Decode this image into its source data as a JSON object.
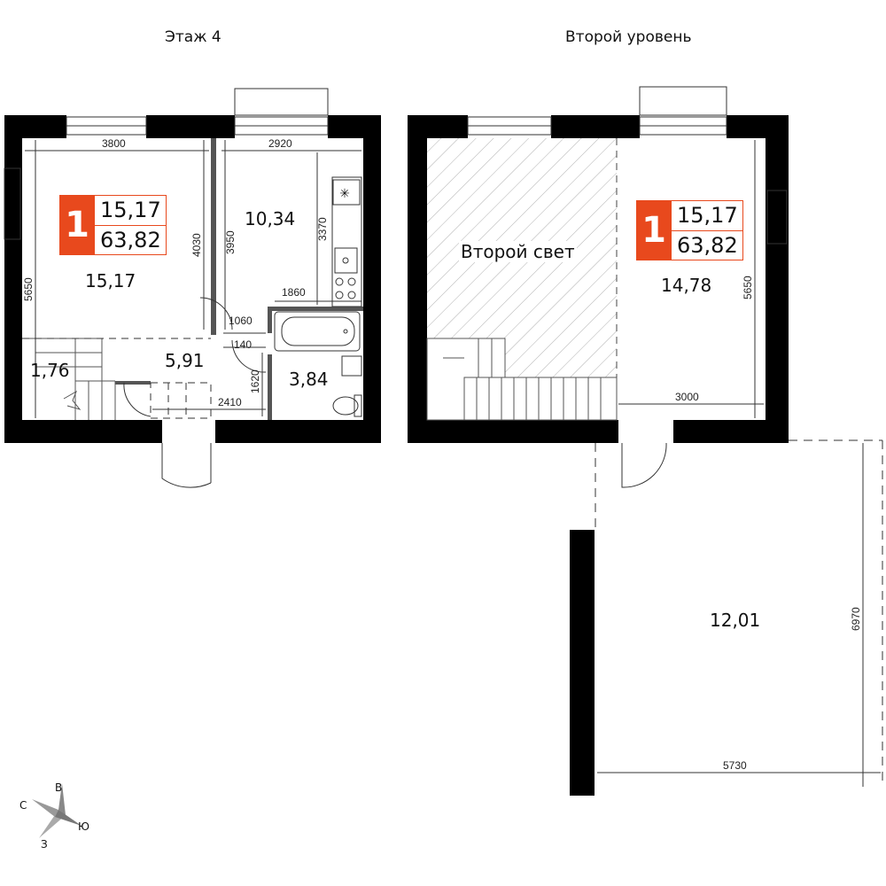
{
  "floor_left": {
    "title": "Этаж 4",
    "badge": {
      "number": "1",
      "living_area": "15,17",
      "total_area": "63,82"
    },
    "rooms": [
      "15,17",
      "10,34",
      "5,91",
      "3,84",
      "1,76"
    ],
    "dimensions": [
      "3800",
      "2920",
      "5650",
      "4030",
      "3950",
      "3370",
      "1860",
      "1060",
      "140",
      "1620",
      "2410"
    ]
  },
  "floor_right": {
    "title": "Второй уровень",
    "badge": {
      "number": "1",
      "living_area": "15,17",
      "total_area": "63,82"
    },
    "rooms": [
      "Второй свет",
      "14,78",
      "12,01"
    ],
    "dimensions": [
      "5650",
      "3000",
      "6970",
      "5730"
    ]
  },
  "compass": {
    "north": "С",
    "east": "В",
    "south": "Ю",
    "west": "З"
  },
  "colors": {
    "accent": "#e8491d",
    "wall": "#000000",
    "hatch": "#b0b0b0"
  }
}
